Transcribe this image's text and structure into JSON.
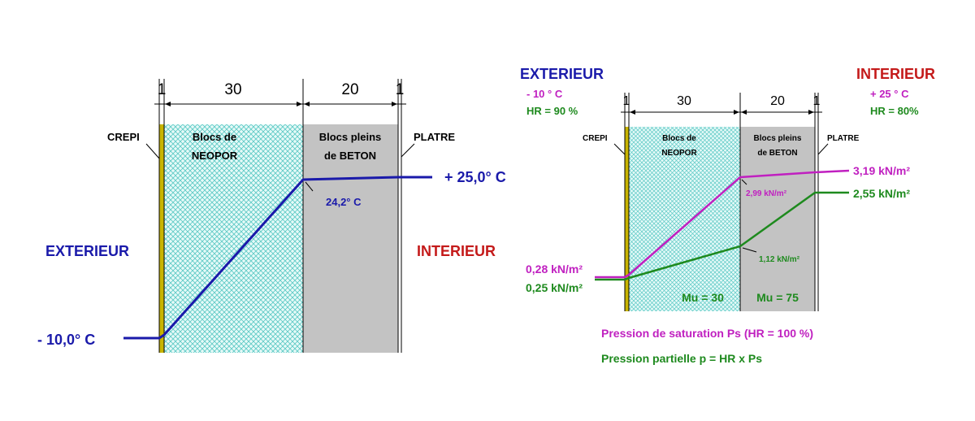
{
  "colors": {
    "blue": "#1a1aaa",
    "red": "#c41a1a",
    "green": "#1e8a1e",
    "magenta": "#c020c0",
    "neopor": "#e6faf8",
    "neopor_mesh": "#5ac8c4",
    "beton": "#c3c3c3",
    "crepi": "#c8b400",
    "platre": "#ffffff"
  },
  "left": {
    "dims": [
      "1",
      "30",
      "20",
      "1"
    ],
    "layers": {
      "crepi": "CREPI",
      "neopor_1": "Blocs de",
      "neopor_2": "NEOPOR",
      "beton_1": "Blocs pleins",
      "beton_2": "de BETON",
      "platre": "PLATRE"
    },
    "exterieur": "EXTERIEUR",
    "interieur": "INTERIEUR",
    "temp_ext": "- 10,0° C",
    "temp_int": "+ 25,0° C",
    "temp_mid": "24,2° C"
  },
  "right": {
    "dims": [
      "1",
      "30",
      "20",
      "1"
    ],
    "layers": {
      "crepi": "CREPI",
      "neopor_1": "Blocs de",
      "neopor_2": "NEOPOR",
      "beton_1": "Blocs pleins",
      "beton_2": "de BETON",
      "platre": "PLATRE"
    },
    "exterieur": {
      "title": "EXTERIEUR",
      "temp": "- 10 ° C",
      "hr": "HR = 90 %"
    },
    "interieur": {
      "title": "INTERIEUR",
      "temp": "+ 25 ° C",
      "hr": "HR = 80%"
    },
    "ps_ext": "0,28 kN/m²",
    "p_ext": "0,25 kN/m²",
    "ps_mid": "2,99 kN/m²",
    "p_mid": "1,12 kN/m²",
    "ps_int": "3,19 kN/m²",
    "p_int": "2,55 kN/m²",
    "mu_neopor": "Mu = 30",
    "mu_beton": "Mu = 75",
    "legend_ps": "Pression de saturation Ps (HR = 100 %)",
    "legend_p": "Pression partielle p = HR x Ps"
  }
}
